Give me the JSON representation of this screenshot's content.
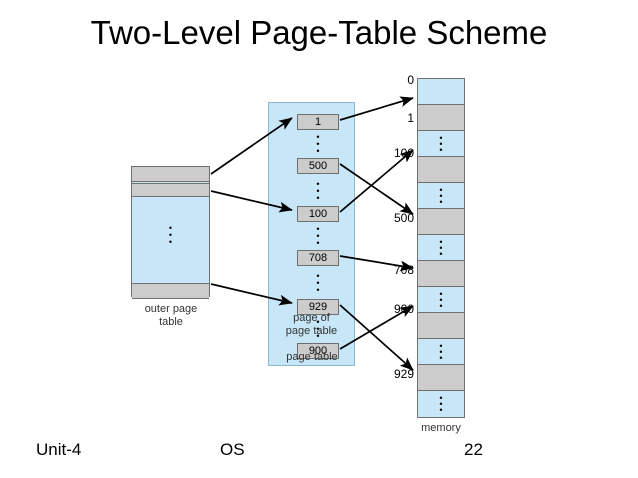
{
  "slide": {
    "title": "Two-Level Page-Table Scheme",
    "footer": {
      "left": "Unit-4",
      "center": "OS",
      "page_number": "22"
    }
  },
  "colors": {
    "block_blue": "#c7e6f7",
    "block_gray": "#cccccc",
    "outline": "#6f6f6f",
    "panel_outline": "#8fb8cc",
    "text": "#000000",
    "caption_text": "#333333",
    "background": "#ffffff"
  },
  "diagram": {
    "outer_page_table": {
      "caption_line1": "outer page",
      "caption_line2": "table",
      "rows": [
        {
          "name": "entry-top",
          "fill": "gray",
          "label": ""
        },
        {
          "name": "entry-second",
          "fill": "gray",
          "label": ""
        },
        {
          "name": "gap",
          "fill": "blue",
          "label": "vertical-ellipsis"
        },
        {
          "name": "entry-bottom",
          "fill": "gray",
          "label": ""
        }
      ],
      "ellipsis": "vertical-ellipsis"
    },
    "page_table": {
      "caption_inner_line1": "page of",
      "caption_inner_line2": "page table",
      "caption_outer": "page table",
      "groups": [
        {
          "top_entry": "1",
          "bottom_entry": "500"
        },
        {
          "top_entry": "100",
          "bottom_entry": "708"
        },
        {
          "top_entry": "929",
          "bottom_entry": "900"
        }
      ],
      "entries": [
        "1",
        "500",
        "100",
        "708",
        "929",
        "900"
      ]
    },
    "memory": {
      "caption": "memory",
      "index_labels": [
        "0",
        "1",
        "100",
        "500",
        "708",
        "900",
        "929"
      ],
      "cells": [
        {
          "fill": "blue",
          "content": ""
        },
        {
          "fill": "gray",
          "content": ""
        },
        {
          "fill": "blue",
          "content": "vertical-ellipsis"
        },
        {
          "fill": "gray",
          "content": ""
        },
        {
          "fill": "blue",
          "content": "vertical-ellipsis"
        },
        {
          "fill": "gray",
          "content": ""
        },
        {
          "fill": "blue",
          "content": "vertical-ellipsis"
        },
        {
          "fill": "gray",
          "content": ""
        },
        {
          "fill": "blue",
          "content": "vertical-ellipsis"
        },
        {
          "fill": "gray",
          "content": ""
        },
        {
          "fill": "blue",
          "content": "vertical-ellipsis"
        },
        {
          "fill": "gray",
          "content": ""
        },
        {
          "fill": "blue",
          "content": "vertical-ellipsis"
        }
      ]
    },
    "arrow_labels": {
      "to_row_1": "1",
      "to_row_100": "100",
      "to_row_500": "500",
      "to_row_708": "708",
      "to_row_900": "900",
      "to_row_929": "929"
    },
    "connections": [
      {
        "from": "outer-entry-top",
        "to": "page-table-entry-1"
      },
      {
        "from": "outer-entry-second",
        "to": "page-table-entry-100"
      },
      {
        "from": "outer-entry-bottom",
        "to": "page-table-entry-929"
      },
      {
        "from": "page-table-entry-1",
        "to": "memory-frame-1"
      },
      {
        "from": "page-table-entry-500",
        "to": "memory-frame-500"
      },
      {
        "from": "page-table-entry-100",
        "to": "memory-frame-100"
      },
      {
        "from": "page-table-entry-708",
        "to": "memory-frame-708"
      },
      {
        "from": "page-table-entry-929",
        "to": "memory-frame-929"
      },
      {
        "from": "page-table-entry-900",
        "to": "memory-frame-900"
      }
    ]
  }
}
